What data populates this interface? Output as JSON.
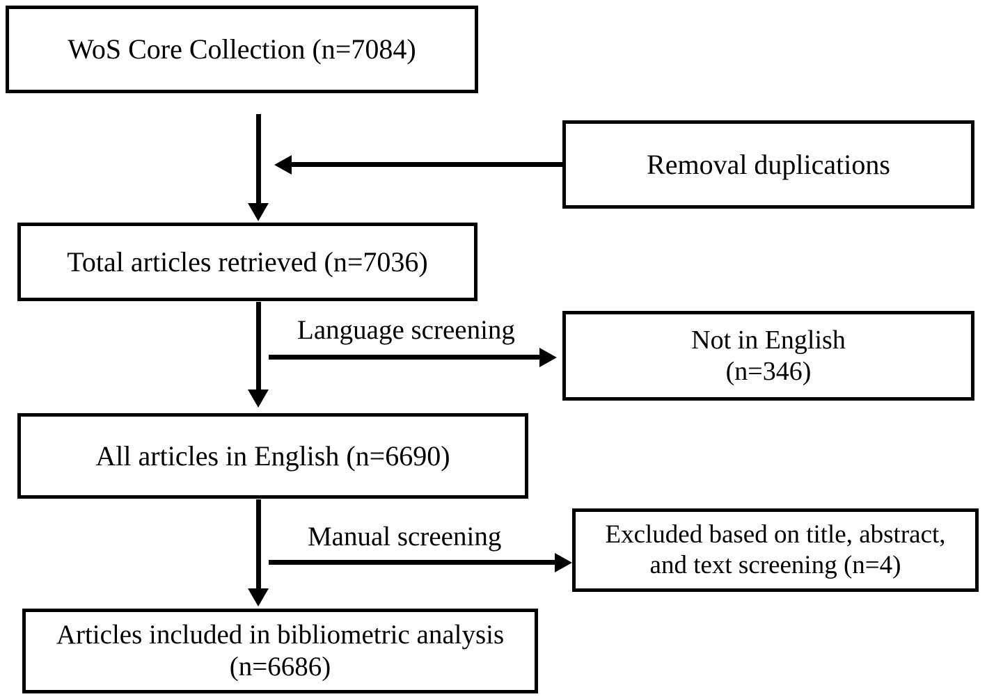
{
  "diagram": {
    "title": "PRISMA-style article selection flowchart",
    "colors": {
      "stroke": "#000000",
      "fill": "#ffffff",
      "text": "#000000"
    },
    "nodes": {
      "wos": "WoS Core Collection (n=7084)",
      "duplications": "Removal duplications",
      "total_retrieved": "Total articles retrieved (n=7036)",
      "not_in_english": "Not in English\n(n=346)",
      "all_english": "All articles in English (n=6690)",
      "excluded": "Excluded based on title, abstract,\nand text screening (n=4)",
      "included": "Articles included in bibliometric analysis\n(n=6686)"
    },
    "edge_labels": {
      "language_screening": "Language screening",
      "manual_screening": "Manual screening"
    },
    "counts": {
      "wos_core_collection": 7084,
      "total_articles_retrieved": 7036,
      "not_in_english": 346,
      "all_articles_in_english": 6690,
      "excluded_title_abstract_text": 4,
      "articles_included": 6686
    }
  }
}
